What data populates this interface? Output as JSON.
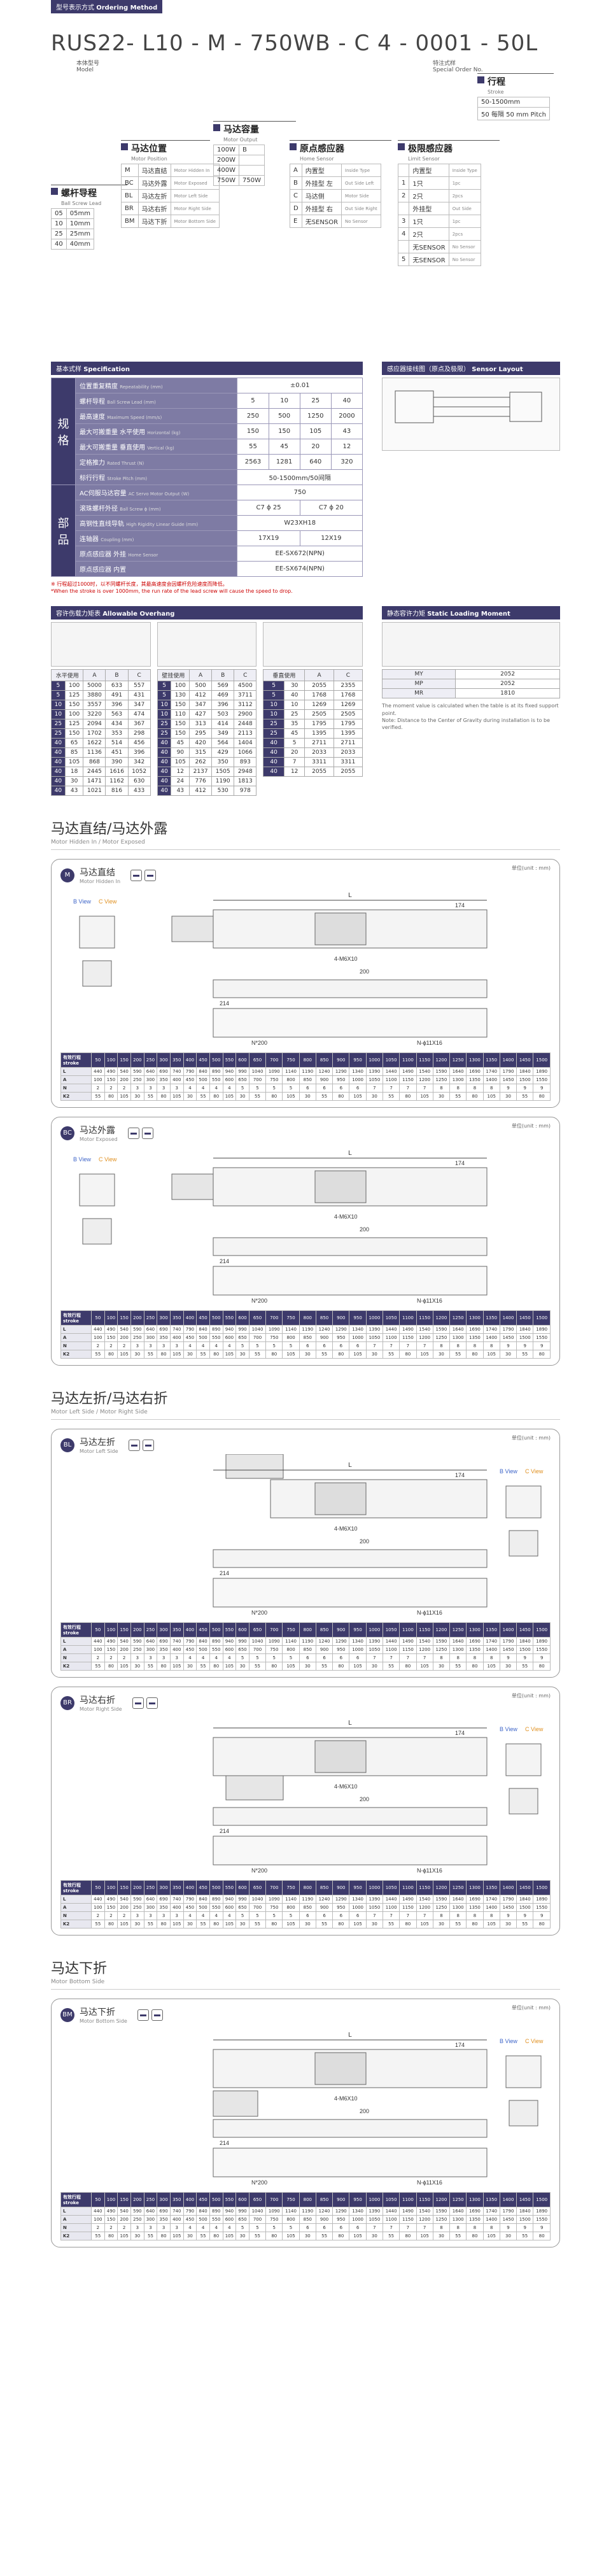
{
  "ordering": {
    "bar_cn": "型号表示方式",
    "bar_en": "Ordering Method",
    "code": "RUS22- L10 - M - 750WB - C 4 - 0001 - 50L",
    "body_label": "本体型号",
    "body_sub": "Model",
    "special_label": "特注式样",
    "special_sub": "Special Order No.",
    "stroke": {
      "title": "行程",
      "sub": "Stroke",
      "rows": [
        "50-1500mm",
        "50 每隔 50 mm Pitch"
      ]
    },
    "lead": {
      "title": "螺杆导程",
      "sub": "Ball Screw Lead",
      "rows": [
        [
          "05",
          "05mm"
        ],
        [
          "10",
          "10mm"
        ],
        [
          "25",
          "25mm"
        ],
        [
          "40",
          "40mm"
        ]
      ]
    },
    "motor_pos": {
      "title": "马达位置",
      "sub": "Motor Position",
      "rows": [
        [
          "M",
          "马达直结",
          "Motor Hidden In"
        ],
        [
          "BC",
          "马达外露",
          "Motor Exposed"
        ],
        [
          "BL",
          "马达左折",
          "Motor Left Side"
        ],
        [
          "BR",
          "马达右折",
          "Motor Right Side"
        ],
        [
          "BM",
          "马达下折",
          "Motor Bottom Side"
        ]
      ]
    },
    "motor_out": {
      "title": "马达容量",
      "sub": "Motor Output",
      "rows": [
        [
          "100W",
          "B"
        ],
        [
          "200W",
          ""
        ],
        [
          "400W",
          ""
        ],
        [
          "750W",
          "750W"
        ]
      ]
    },
    "home": {
      "title": "原点感应器",
      "sub": "Home Sensor",
      "rows": [
        [
          "A",
          "内置型",
          "Inside Type"
        ],
        [
          "B",
          "外挂型 左",
          "Out Side Left"
        ],
        [
          "C",
          "马达侧",
          "Motor Side"
        ],
        [
          "D",
          "外挂型 右",
          "Out Side Right"
        ],
        [
          "E",
          "无SENSOR",
          "No Sensor"
        ]
      ]
    },
    "limit": {
      "title": "极限感应器",
      "sub": "Limit Sensor",
      "rows": [
        [
          "",
          "内置型",
          "Inside Type"
        ],
        [
          "1",
          "1只",
          "1pc"
        ],
        [
          "2",
          "2只",
          "2pcs"
        ],
        [
          "",
          "外挂型",
          "Out Side"
        ],
        [
          "3",
          "1只",
          "1pc"
        ],
        [
          "4",
          "2只",
          "2pcs"
        ],
        [
          "",
          "无SENSOR",
          "No Sensor"
        ],
        [
          "5",
          "无SENSOR",
          "No Sensor"
        ]
      ]
    }
  },
  "spec": {
    "bar_cn": "基本式样",
    "bar_en": "Specification",
    "sensor_bar_cn": "感应器接线图（原点及极限）",
    "sensor_bar_en": "Sensor Layout",
    "left_head_spec": "规格",
    "left_head_parts": "部品",
    "rows": [
      {
        "label": "位置重复精度",
        "unit": "Repeatability (mm)",
        "vals": [
          "±0.01"
        ],
        "span": true
      },
      {
        "label": "螺杆导程",
        "unit": "Ball Screw Lead (mm)",
        "vals": [
          "5",
          "10",
          "25",
          "40"
        ]
      },
      {
        "label": "最高速度",
        "unit": "Maximum Speed (mm/s)",
        "vals": [
          "250",
          "500",
          "1250",
          "2000"
        ]
      },
      {
        "label": "最大可搬重量 水平使用",
        "unit": "Horizontal (kg)",
        "vals": [
          "150",
          "150",
          "105",
          "43"
        ]
      },
      {
        "label": "最大可搬重量 垂直使用",
        "unit": "Vertical (kg)",
        "vals": [
          "55",
          "45",
          "20",
          "12"
        ]
      },
      {
        "label": "定格推力",
        "unit": "Rated Thrust (N)",
        "vals": [
          "2563",
          "1281",
          "640",
          "320"
        ]
      },
      {
        "label": "标行行程",
        "unit": "Stroke Pitch (mm)",
        "vals": [
          "50-1500mm/50间隔"
        ],
        "span": true
      },
      {
        "label": "AC伺服马达容量",
        "unit": "AC Servo Motor Output (W)",
        "vals": [
          "750"
        ],
        "span": true
      },
      {
        "label": "滚珠螺杆外径",
        "unit": "Ball Screw ϕ (mm)",
        "vals": [
          "C7 ϕ 25",
          "C7 ϕ 20"
        ]
      },
      {
        "label": "高钢性直线导轨",
        "unit": "High Rigidity Linear Guide (mm)",
        "vals": [
          "W23XH18"
        ],
        "span": true
      },
      {
        "label": "连轴器",
        "unit": "Coupling (mm)",
        "vals": [
          "17X19",
          "12X19"
        ]
      },
      {
        "label": "原点感应器 外挂",
        "unit": "Home Sensor",
        "vals": [
          "EE-SX672(NPN)"
        ],
        "span": true
      },
      {
        "label": "原点感应器 内置",
        "unit": "",
        "vals": [
          "EE-SX674(NPN)"
        ],
        "span": true
      }
    ],
    "notes": [
      "※ 行程超过1000时，以不同螺杆长度，其最高速度会因螺杆危险速度而降低。",
      "*When the stroke is over 1000mm, the run rate of the lead screw will cause the speed to drop."
    ]
  },
  "overhang": {
    "bar_cn": "容许伤载力矩表",
    "bar_en": "Allowable Overhang",
    "moment_bar_cn": "静态容许力矩",
    "moment_bar_en": "Static Loading Moment",
    "tables": [
      {
        "head": [
          "水平使用",
          "A",
          "B",
          "C"
        ],
        "rows": [
          [
            "5",
            "100",
            "5000",
            "633",
            "557"
          ],
          [
            "5",
            "125",
            "3880",
            "491",
            "431"
          ],
          [
            "10",
            "150",
            "3557",
            "396",
            "347"
          ],
          [
            "10",
            "100",
            "3220",
            "563",
            "474"
          ],
          [
            "25",
            "125",
            "2094",
            "434",
            "367"
          ],
          [
            "25",
            "150",
            "1702",
            "353",
            "298"
          ],
          [
            "40",
            "65",
            "1622",
            "514",
            "456"
          ],
          [
            "40",
            "85",
            "1136",
            "451",
            "396"
          ],
          [
            "40",
            "105",
            "868",
            "390",
            "342"
          ],
          [
            "40",
            "18",
            "2445",
            "1616",
            "1052"
          ],
          [
            "40",
            "30",
            "1471",
            "1162",
            "630"
          ],
          [
            "40",
            "43",
            "1021",
            "816",
            "433"
          ]
        ]
      },
      {
        "head": [
          "壁挂使用",
          "A",
          "B",
          "C"
        ],
        "rows": [
          [
            "5",
            "100",
            "500",
            "569",
            "4500"
          ],
          [
            "5",
            "130",
            "412",
            "469",
            "3711"
          ],
          [
            "10",
            "150",
            "347",
            "396",
            "3112"
          ],
          [
            "10",
            "110",
            "427",
            "503",
            "2900"
          ],
          [
            "25",
            "150",
            "313",
            "414",
            "2448"
          ],
          [
            "25",
            "150",
            "295",
            "349",
            "2113"
          ],
          [
            "40",
            "45",
            "420",
            "564",
            "1404"
          ],
          [
            "40",
            "90",
            "315",
            "429",
            "1066"
          ],
          [
            "40",
            "105",
            "262",
            "350",
            "893"
          ],
          [
            "40",
            "12",
            "2137",
            "1505",
            "2948"
          ],
          [
            "40",
            "24",
            "776",
            "1190",
            "1813"
          ],
          [
            "40",
            "43",
            "412",
            "530",
            "978"
          ]
        ]
      },
      {
        "head": [
          "垂直使用",
          "A",
          "C"
        ],
        "rows": [
          [
            "5",
            "30",
            "2055",
            "2355"
          ],
          [
            "5",
            "40",
            "1768",
            "1768"
          ],
          [
            "10",
            "10",
            "1269",
            "1269"
          ],
          [
            "10",
            "25",
            "2505",
            "2505"
          ],
          [
            "25",
            "35",
            "1795",
            "1795"
          ],
          [
            "25",
            "45",
            "1395",
            "1395"
          ],
          [
            "40",
            "5",
            "2711",
            "2711"
          ],
          [
            "40",
            "20",
            "2033",
            "2033"
          ],
          [
            "40",
            "7",
            "3311",
            "3311"
          ],
          [
            "40",
            "12",
            "2055",
            "2055"
          ]
        ]
      }
    ],
    "moments": [
      [
        "MY",
        "2052"
      ],
      [
        "MP",
        "2052"
      ],
      [
        "MR",
        "1810"
      ]
    ],
    "moment_notes": [
      "The moment value is calculated when the table is at its fixed support point.",
      "Note: Distance to the Center of Gravity during installation is to be verified."
    ]
  },
  "sections": [
    {
      "cn": "马达直结/马达外露",
      "en": "Motor Hidden In / Motor Exposed"
    },
    {
      "cn": "马达左折/马达右折",
      "en": "Motor Left Side / Motor Right Side"
    },
    {
      "cn": "马达下折",
      "en": "Motor Bottom Side"
    }
  ],
  "drawings": [
    {
      "badge": "M",
      "title": "马达直结",
      "sub": "Motor Hidden In",
      "unit": "单位(unit : mm)"
    },
    {
      "badge": "BC",
      "title": "马达外露",
      "sub": "Motor Exposed",
      "unit": "单位(unit : mm)"
    },
    {
      "badge": "BL",
      "title": "马达左折",
      "sub": "Motor Left Side",
      "unit": "单位(unit : mm)"
    },
    {
      "badge": "BR",
      "title": "马达右折",
      "sub": "Motor Right Side",
      "unit": "单位(unit : mm)"
    },
    {
      "badge": "BM",
      "title": "马达下折",
      "sub": "Motor Bottom Side",
      "unit": "单位(unit : mm)"
    }
  ],
  "drawing_labels": {
    "b_view": "B View",
    "c_view": "C View",
    "dim_174": "174",
    "dim_l": "L",
    "dim_200": "200",
    "dim_214": "214",
    "np200": "N*200",
    "hole": "4-M6X10",
    "nh": "N-ϕ11X16"
  },
  "dim_table": {
    "stroke_label": "有效行程 stroke",
    "strokes": [
      "50",
      "100",
      "150",
      "200",
      "250",
      "300",
      "350",
      "400",
      "450",
      "500",
      "550",
      "600",
      "650",
      "700",
      "750",
      "800",
      "850",
      "900",
      "950",
      "1000",
      "1050",
      "1100",
      "1150",
      "1200",
      "1250",
      "1300",
      "1350",
      "1400",
      "1450",
      "1500"
    ],
    "rows": [
      {
        "name": "L",
        "vals": [
          "440",
          "490",
          "540",
          "590",
          "640",
          "690",
          "740",
          "790",
          "840",
          "890",
          "940",
          "990",
          "1040",
          "1090",
          "1140",
          "1190",
          "1240",
          "1290",
          "1340",
          "1390",
          "1440",
          "1490",
          "1540",
          "1590",
          "1640",
          "1690",
          "1740",
          "1790",
          "1840",
          "1890"
        ]
      },
      {
        "name": "A",
        "vals": [
          "100",
          "150",
          "200",
          "250",
          "300",
          "350",
          "400",
          "450",
          "500",
          "550",
          "600",
          "650",
          "700",
          "750",
          "800",
          "850",
          "900",
          "950",
          "1000",
          "1050",
          "1100",
          "1150",
          "1200",
          "1250",
          "1300",
          "1350",
          "1400",
          "1450",
          "1500",
          "1550"
        ]
      },
      {
        "name": "N",
        "vals": [
          "2",
          "2",
          "2",
          "3",
          "3",
          "3",
          "3",
          "4",
          "4",
          "4",
          "4",
          "5",
          "5",
          "5",
          "5",
          "6",
          "6",
          "6",
          "6",
          "7",
          "7",
          "7",
          "7",
          "8",
          "8",
          "8",
          "8",
          "9",
          "9",
          "9"
        ]
      },
      {
        "name": "K2",
        "vals": [
          "55",
          "80",
          "105",
          "30",
          "55",
          "80",
          "105",
          "30",
          "55",
          "80",
          "105",
          "30",
          "55",
          "80",
          "105",
          "30",
          "55",
          "80",
          "105",
          "30",
          "55",
          "80",
          "105",
          "30",
          "55",
          "80",
          "105",
          "30",
          "55",
          "80"
        ]
      }
    ]
  }
}
